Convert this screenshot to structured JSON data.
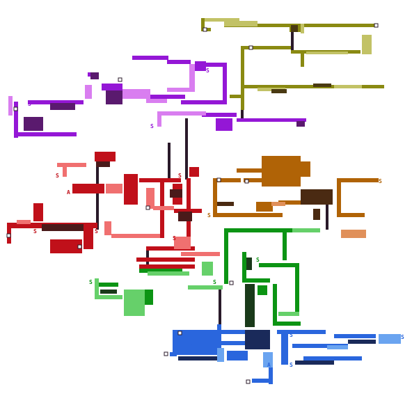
{
  "map": {
    "title": "",
    "marker_letters": {
      "save": "S",
      "arrival": "A"
    },
    "zones": [
      {
        "id": "olive",
        "color": "#8a8a12",
        "light": "#c2c266",
        "dark": "#4a3a12"
      },
      {
        "id": "purple",
        "color": "#9417d6",
        "light": "#d97ef0",
        "dark": "#5a1a6e"
      },
      {
        "id": "red",
        "color": "#c0101a",
        "light": "#f07070",
        "dark": "#4a1a1a"
      },
      {
        "id": "orange",
        "color": "#b06306",
        "light": "#e0905a",
        "dark": "#4a2a12"
      },
      {
        "id": "green",
        "color": "#0c9414",
        "light": "#66d06a",
        "dark": "#1a3a1a"
      },
      {
        "id": "blue",
        "color": "#2a66dd",
        "light": "#6aa4f0",
        "dark": "#1a2a5a"
      }
    ],
    "connector_color": "#2a1a2a"
  }
}
